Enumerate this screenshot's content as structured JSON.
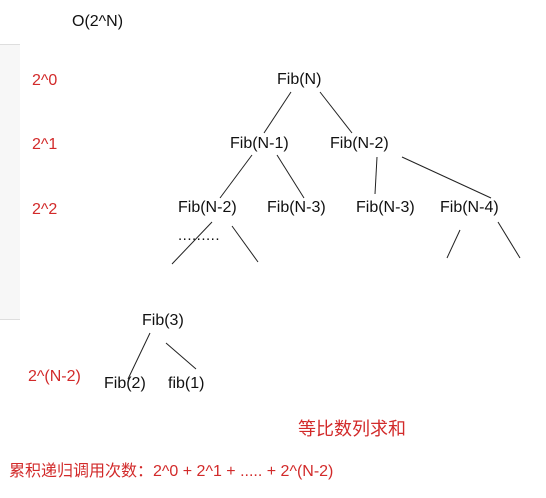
{
  "title": "O(2^N)",
  "levels": [
    "2^0",
    "2^1",
    "2^2",
    "2^(N-2)"
  ],
  "nodes": {
    "root": "Fib(N)",
    "n1": "Fib(N-1)",
    "n2": "Fib(N-2)",
    "n1_left": "Fib(N-2)",
    "n1_right": "Fib(N-3)",
    "n2_left": "Fib(N-3)",
    "n2_right": "Fib(N-4)",
    "ellipsis": ".........",
    "fib3": "Fib(3)",
    "fib2": "Fib(2)",
    "fib1": "fib(1)"
  },
  "note": "等比数列求和",
  "summary": "累积递归调用次数：2^0 + 2^1 + ..... + 2^(N-2)",
  "colors": {
    "accent_red": "#d22a2a",
    "text": "#111111",
    "line": "#222222",
    "panel": "#f7f7f7"
  }
}
